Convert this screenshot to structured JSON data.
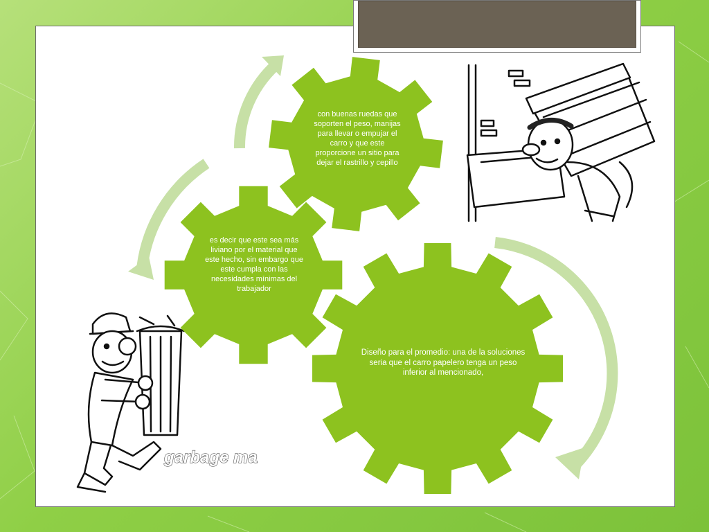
{
  "slide": {
    "title": ""
  },
  "diagram": {
    "gears": [
      {
        "id": "large",
        "text": "Diseño para el promedio: una de la soluciones seria que el carro papelero tenga un peso inferior al mencionado,"
      },
      {
        "id": "medium",
        "text": "es decir que este sea más liviano por el material que este hecho, sin embargo que este cumpla con las necesidades mínimas del trabajador"
      },
      {
        "id": "small",
        "text": "con buenas ruedas que soporten el peso, manijas para llevar o empujar el carro y que este proporcione un sitio para dejar el rastrillo y cepillo"
      }
    ],
    "colors": {
      "gear": "#8dc21f",
      "arrow": "#c7e0a6",
      "bg_light": "#b6e07a",
      "bg_dark": "#7cc23a",
      "title_fill": "#6b6254"
    }
  },
  "images": {
    "garbage_man_label": "garbage man"
  }
}
